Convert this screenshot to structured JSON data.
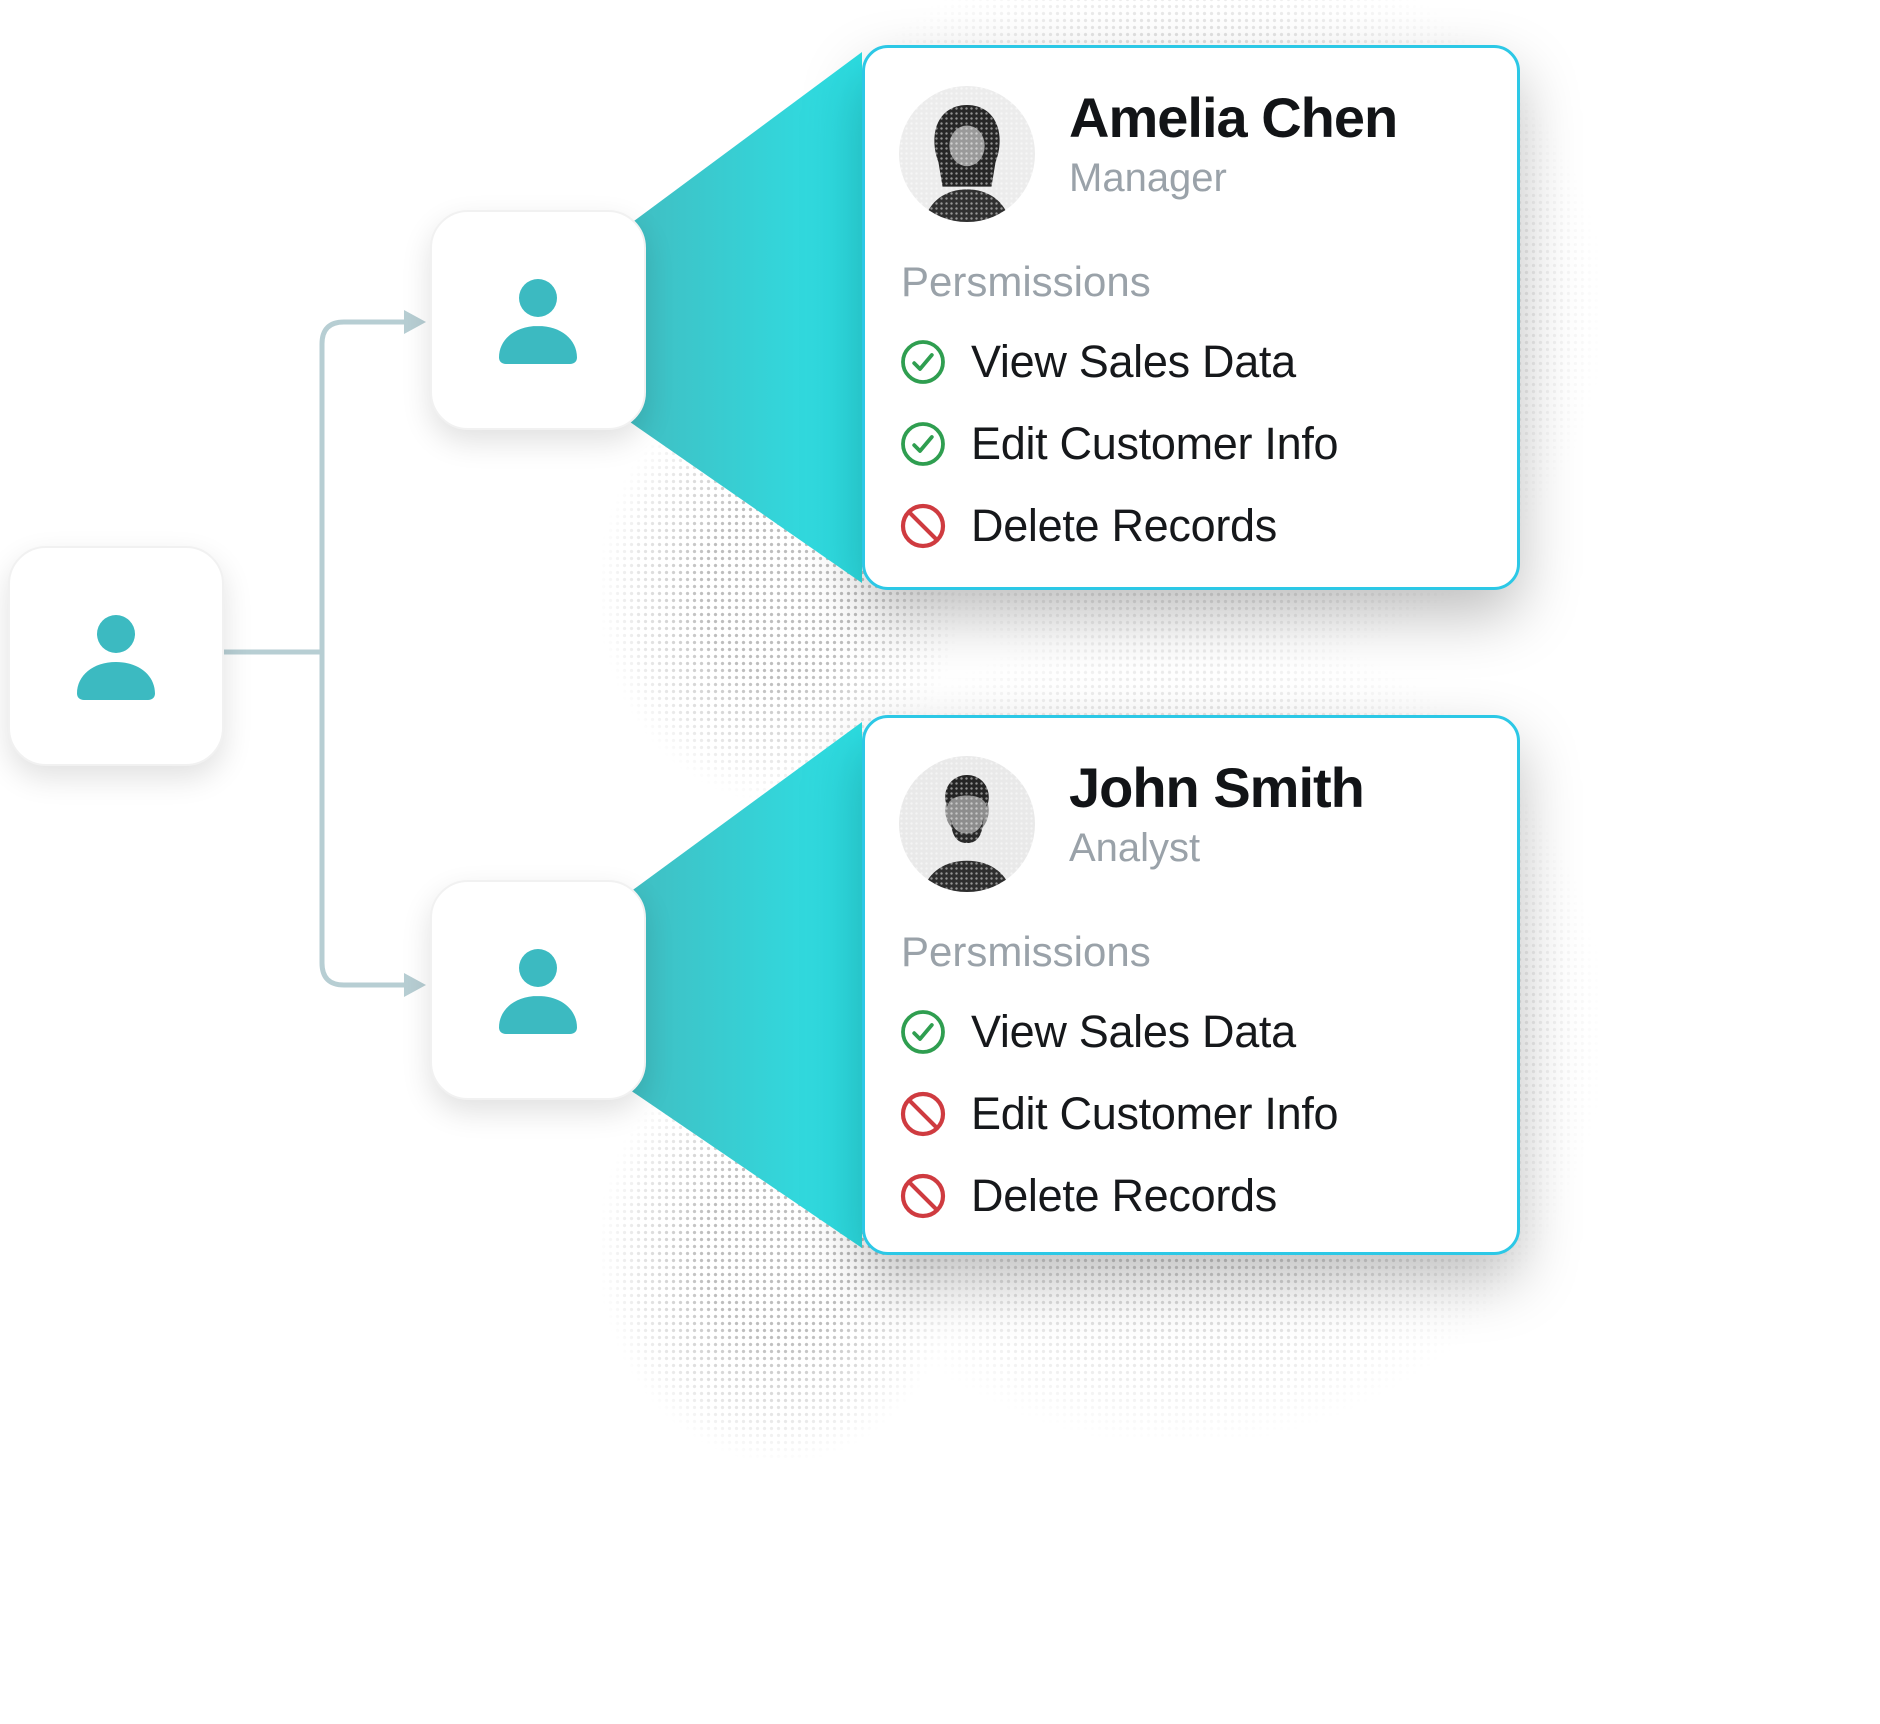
{
  "root_user": {
    "icon": "person-icon"
  },
  "cards": [
    {
      "name": "Amelia Chen",
      "role": "Manager",
      "permissions_title": "Persmissions",
      "permissions": [
        {
          "label": "View Sales Data",
          "status": "allowed"
        },
        {
          "label": "Edit Customer Info",
          "status": "allowed"
        },
        {
          "label": "Delete Records",
          "status": "denied"
        }
      ]
    },
    {
      "name": "John Smith",
      "role": "Analyst",
      "permissions_title": "Persmissions",
      "permissions": [
        {
          "label": "View Sales Data",
          "status": "allowed"
        },
        {
          "label": "Edit Customer Info",
          "status": "denied"
        },
        {
          "label": "Delete Records",
          "status": "denied"
        }
      ]
    }
  ],
  "colors": {
    "person_teal": "#3cbac1",
    "funnel_start": "#41bec2",
    "funnel_end": "#2ce1e6",
    "card_border": "#2cc8e6",
    "allowed_green": "#2f9e50",
    "denied_red": "#cf3b40",
    "muted_text": "#9aa2a9",
    "dark_text": "#16181b",
    "connector_line": "#b7ced3"
  }
}
